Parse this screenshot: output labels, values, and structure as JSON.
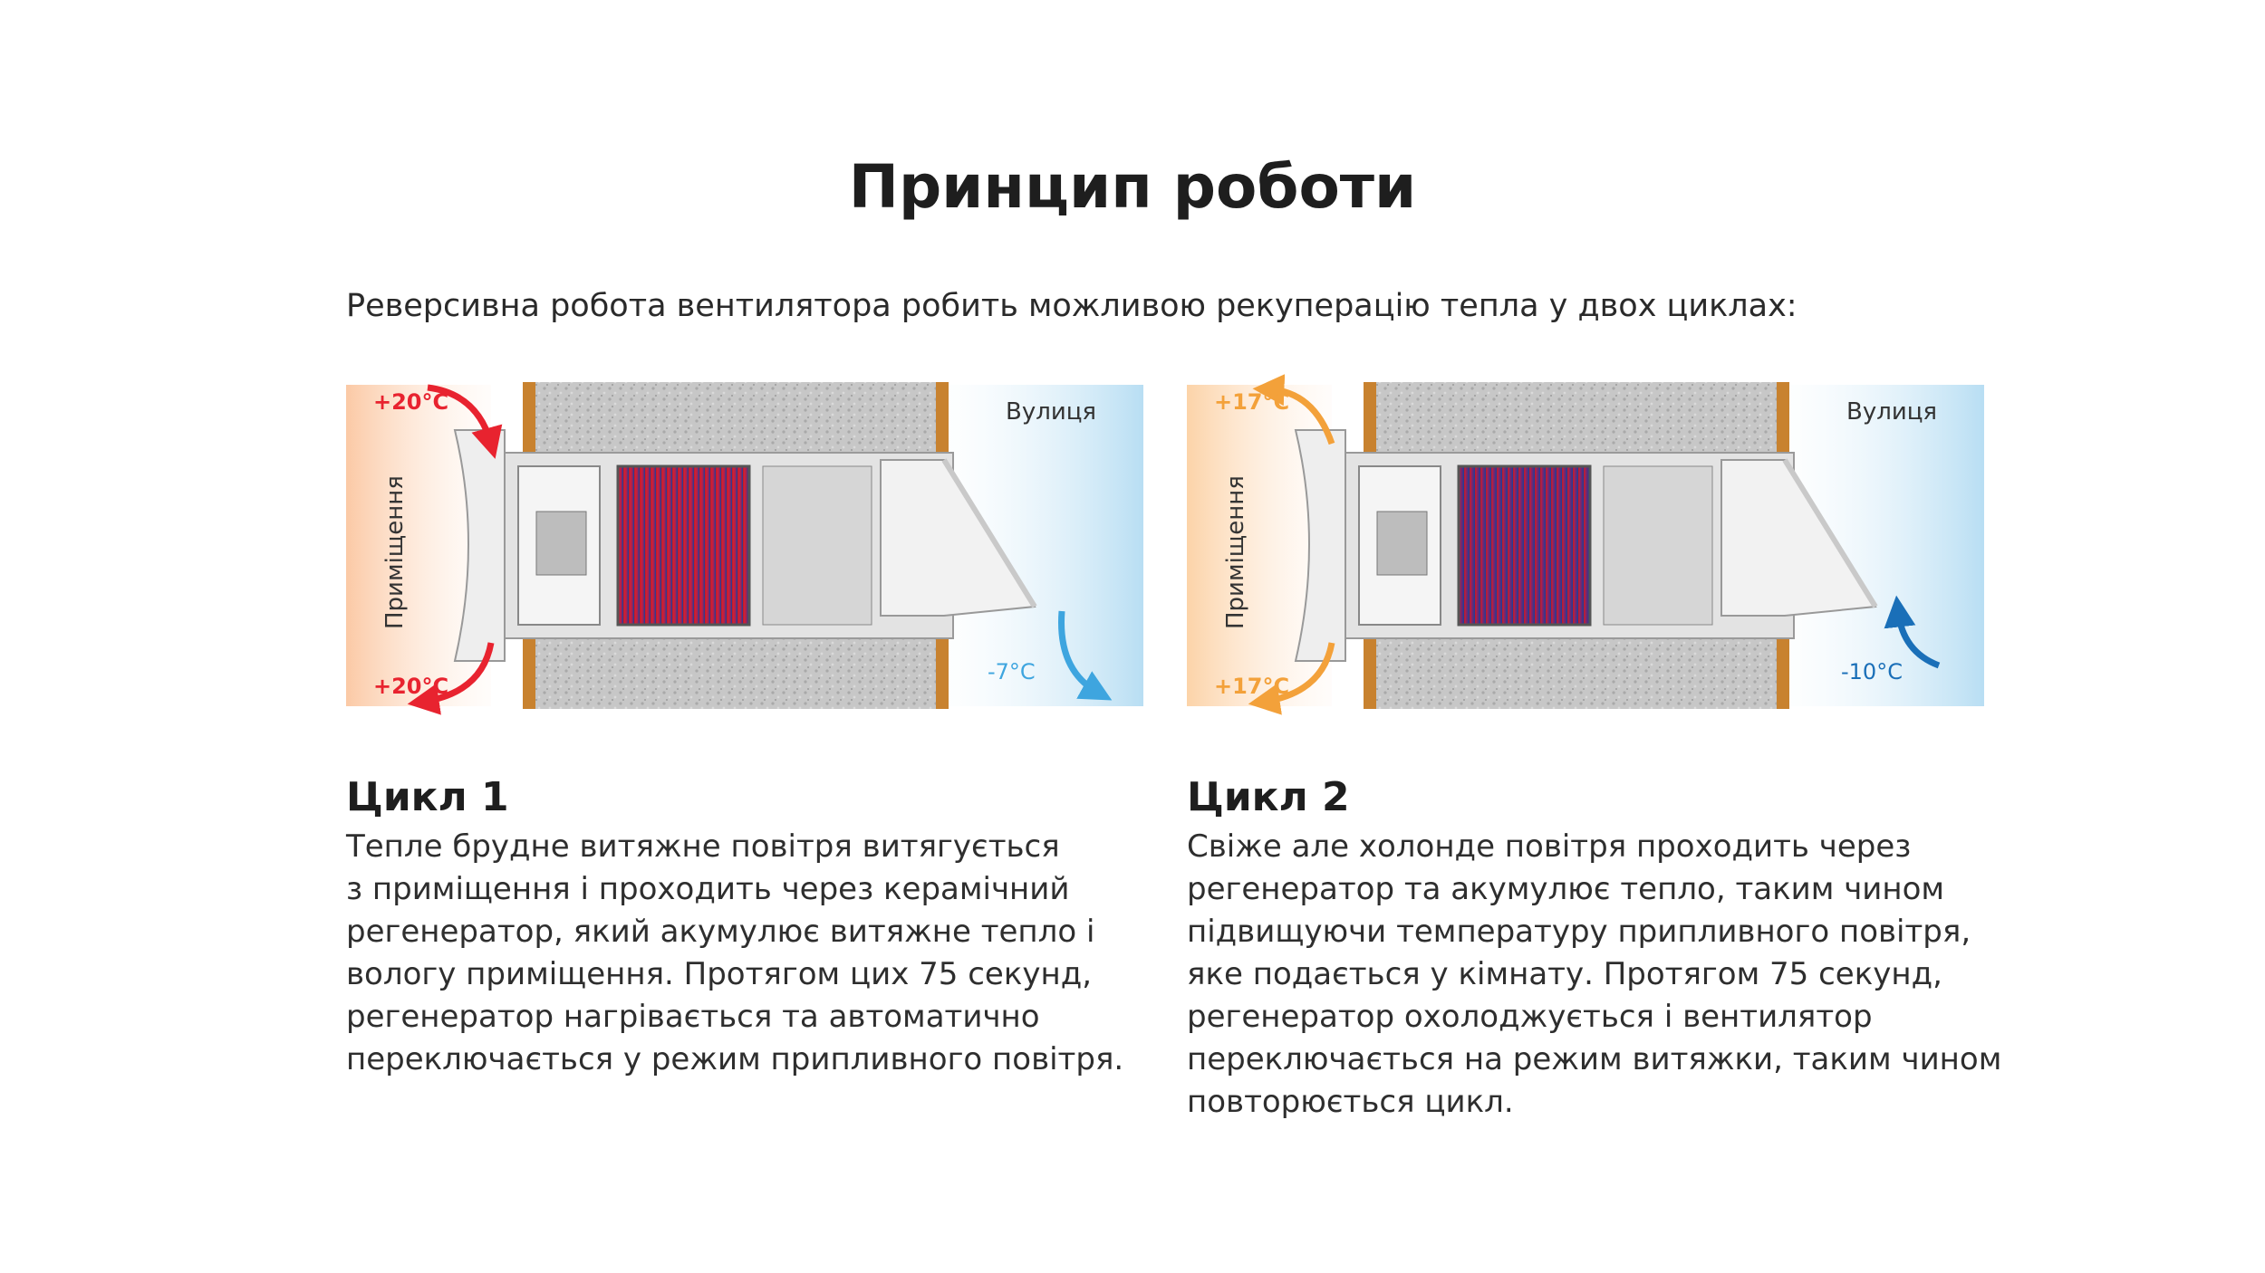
{
  "title": "Принцип роботи",
  "intro": "Реверсивна робота вентилятора робить можливою рекуперацію тепла у двох циклах:",
  "colors": {
    "warm": "#e8232f",
    "amber": "#f3a13a",
    "light_blue": "#3ea5df",
    "dark_blue": "#1a6fb8"
  },
  "diagrams": [
    {
      "room_label": "Приміщення",
      "street_label": "Вулиця",
      "temp_room_top": "+20°C",
      "temp_room_bottom": "+20°C",
      "temp_street": "-7°C"
    },
    {
      "room_label": "Приміщення",
      "street_label": "Вулиця",
      "temp_room_top": "+17°C",
      "temp_room_bottom": "+17°C",
      "temp_street": "-10°C"
    }
  ],
  "cycles": [
    {
      "title": "Цикл 1",
      "lines": [
        "Тепле брудне витяжне повітря витягується",
        "з приміщення і проходить через керамічний",
        "регенератор, який акумулює витяжне тепло і",
        "вологу приміщення. Протягом цих 75 секунд,",
        "регенератор нагрівається та автоматично",
        "переключається у режим припливного повітря."
      ]
    },
    {
      "title": "Цикл 2",
      "lines": [
        "Свіже але холонде повітря проходить через",
        "регенератор та акумулює тепло, таким чином",
        "підвищуючи температуру припливного повітря,",
        "яке подається у кімнату. Протягом 75 секунд,",
        "регенератор охолоджується і вентилятор",
        "переключається на режим витяжки, таким чином",
        "повторюється цикл."
      ]
    }
  ]
}
